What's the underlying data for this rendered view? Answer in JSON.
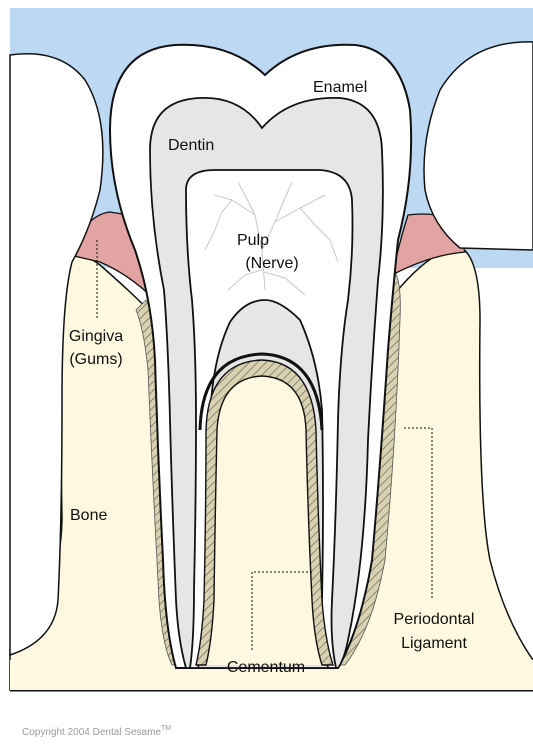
{
  "labels": {
    "enamel": "Enamel",
    "dentin": "Dentin",
    "pulp_line1": "Pulp",
    "pulp_line2": "(Nerve)",
    "gingiva_line1": "Gingiva",
    "gingiva_line2": "(Gums)",
    "bone": "Bone",
    "cementum": "Cementum",
    "periodontal_line1": "Periodontal",
    "periodontal_line2": "Ligament"
  },
  "copyright": "Copyright 2004 Dental Sesame",
  "trademark": "TM",
  "colors": {
    "sky": "#bcd8f2",
    "bone": "#fdf8df",
    "gum": "#e2a3a3",
    "dentin": "#e6e6e6",
    "enamel": "#ffffff",
    "ligament": "#d8d1b2",
    "outline": "#111111"
  }
}
